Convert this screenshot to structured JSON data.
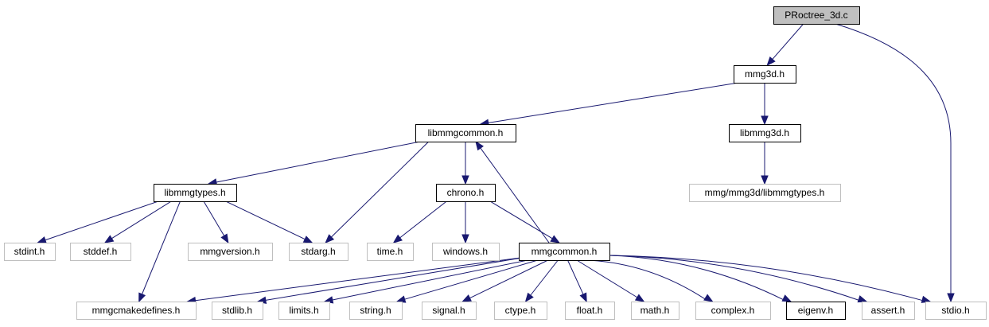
{
  "graph": {
    "nodes": [
      {
        "id": "proctree",
        "label": "PRoctree_3d.c",
        "kind": "root"
      },
      {
        "id": "mmg3d",
        "label": "mmg3d.h",
        "kind": "doc"
      },
      {
        "id": "libmmgcommon",
        "label": "libmmgcommon.h",
        "kind": "doc"
      },
      {
        "id": "libmmg3d",
        "label": "libmmg3d.h",
        "kind": "doc"
      },
      {
        "id": "libmmgtypes3d",
        "label": "mmg/mmg3d/libmmgtypes.h",
        "kind": "ext"
      },
      {
        "id": "libmmgtypes",
        "label": "libmmgtypes.h",
        "kind": "doc"
      },
      {
        "id": "chrono",
        "label": "chrono.h",
        "kind": "doc"
      },
      {
        "id": "stdint",
        "label": "stdint.h",
        "kind": "ext"
      },
      {
        "id": "stddef",
        "label": "stddef.h",
        "kind": "ext"
      },
      {
        "id": "mmgversion",
        "label": "mmgversion.h",
        "kind": "ext"
      },
      {
        "id": "stdarg",
        "label": "stdarg.h",
        "kind": "ext"
      },
      {
        "id": "time",
        "label": "time.h",
        "kind": "ext"
      },
      {
        "id": "windows",
        "label": "windows.h",
        "kind": "ext"
      },
      {
        "id": "mmgcommon",
        "label": "mmgcommon.h",
        "kind": "doc"
      },
      {
        "id": "mmgcmakedefines",
        "label": "mmgcmakedefines.h",
        "kind": "ext"
      },
      {
        "id": "stdlib",
        "label": "stdlib.h",
        "kind": "ext"
      },
      {
        "id": "limits",
        "label": "limits.h",
        "kind": "ext"
      },
      {
        "id": "string",
        "label": "string.h",
        "kind": "ext"
      },
      {
        "id": "signal",
        "label": "signal.h",
        "kind": "ext"
      },
      {
        "id": "ctype",
        "label": "ctype.h",
        "kind": "ext"
      },
      {
        "id": "float",
        "label": "float.h",
        "kind": "ext"
      },
      {
        "id": "math",
        "label": "math.h",
        "kind": "ext"
      },
      {
        "id": "complex",
        "label": "complex.h",
        "kind": "ext"
      },
      {
        "id": "eigenv",
        "label": "eigenv.h",
        "kind": "doc"
      },
      {
        "id": "assert",
        "label": "assert.h",
        "kind": "ext"
      },
      {
        "id": "stdio",
        "label": "stdio.h",
        "kind": "ext"
      }
    ],
    "edges": [
      {
        "from": "proctree",
        "to": "mmg3d"
      },
      {
        "from": "proctree",
        "to": "stdio"
      },
      {
        "from": "mmg3d",
        "to": "libmmgcommon"
      },
      {
        "from": "mmg3d",
        "to": "libmmg3d"
      },
      {
        "from": "libmmg3d",
        "to": "libmmgtypes3d"
      },
      {
        "from": "libmmgcommon",
        "to": "libmmgtypes"
      },
      {
        "from": "libmmgcommon",
        "to": "stdarg"
      },
      {
        "from": "libmmgcommon",
        "to": "chrono"
      },
      {
        "from": "libmmgtypes",
        "to": "stdint"
      },
      {
        "from": "libmmgtypes",
        "to": "stddef"
      },
      {
        "from": "libmmgtypes",
        "to": "mmgversion"
      },
      {
        "from": "libmmgtypes",
        "to": "stdarg"
      },
      {
        "from": "libmmgtypes",
        "to": "mmgcmakedefines"
      },
      {
        "from": "chrono",
        "to": "time"
      },
      {
        "from": "chrono",
        "to": "windows"
      },
      {
        "from": "chrono",
        "to": "mmgcommon"
      },
      {
        "from": "mmgcommon",
        "to": "libmmgcommon"
      },
      {
        "from": "mmgcommon",
        "to": "mmgcmakedefines"
      },
      {
        "from": "mmgcommon",
        "to": "stdlib"
      },
      {
        "from": "mmgcommon",
        "to": "limits"
      },
      {
        "from": "mmgcommon",
        "to": "string"
      },
      {
        "from": "mmgcommon",
        "to": "signal"
      },
      {
        "from": "mmgcommon",
        "to": "ctype"
      },
      {
        "from": "mmgcommon",
        "to": "float"
      },
      {
        "from": "mmgcommon",
        "to": "math"
      },
      {
        "from": "mmgcommon",
        "to": "complex"
      },
      {
        "from": "mmgcommon",
        "to": "eigenv"
      },
      {
        "from": "mmgcommon",
        "to": "assert"
      },
      {
        "from": "mmgcommon",
        "to": "stdio"
      }
    ]
  },
  "colors": {
    "edge": "#191970",
    "root_fill": "#bfbfbf",
    "doc_border": "#000000",
    "ext_border": "#bfbfbf"
  }
}
